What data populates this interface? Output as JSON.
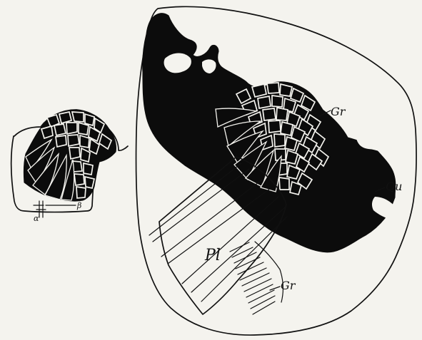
{
  "figure": {
    "labels": {
      "alpha": "α",
      "beta": "β",
      "gr_upper": "Gr",
      "qu": "Qu",
      "pl": "Pl",
      "gr_lower": "Gr"
    },
    "colors": {
      "paper": "#f4f3ee",
      "ink": "#0c0c0c"
    }
  }
}
